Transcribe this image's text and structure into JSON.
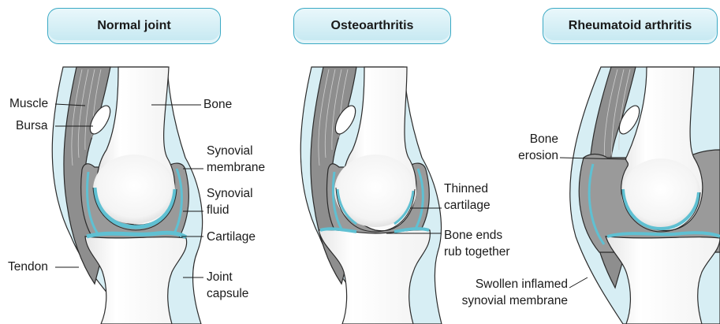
{
  "panels": [
    {
      "title": "Normal joint"
    },
    {
      "title": "Osteoarthritis"
    },
    {
      "title": "Rheumatoid arthritis"
    }
  ],
  "labels": {
    "muscle": "Muscle",
    "bursa": "Bursa",
    "bone": "Bone",
    "synovial_membrane": [
      "Synovial",
      "membrane"
    ],
    "synovial_fluid": [
      "Synovial",
      "fluid"
    ],
    "cartilage": "Cartilage",
    "tendon": "Tendon",
    "joint_capsule": [
      "Joint",
      "capsule"
    ],
    "thinned_cartilage": [
      "Thinned",
      "cartilage"
    ],
    "bone_ends": [
      "Bone ends",
      "rub together"
    ],
    "bone_erosion": [
      "Bone",
      "erosion"
    ],
    "swollen": [
      "Swollen inflamed",
      "synovial membrane"
    ]
  },
  "colors": {
    "panel_border": "#3aa9c4",
    "capsule_blue": "#d7eef4",
    "muscle_gray": "#8e8e8e",
    "fluid_gray": "#9a9a9a",
    "cartilage_teal": "#5fc0d2",
    "bone_white": "#ffffff"
  }
}
